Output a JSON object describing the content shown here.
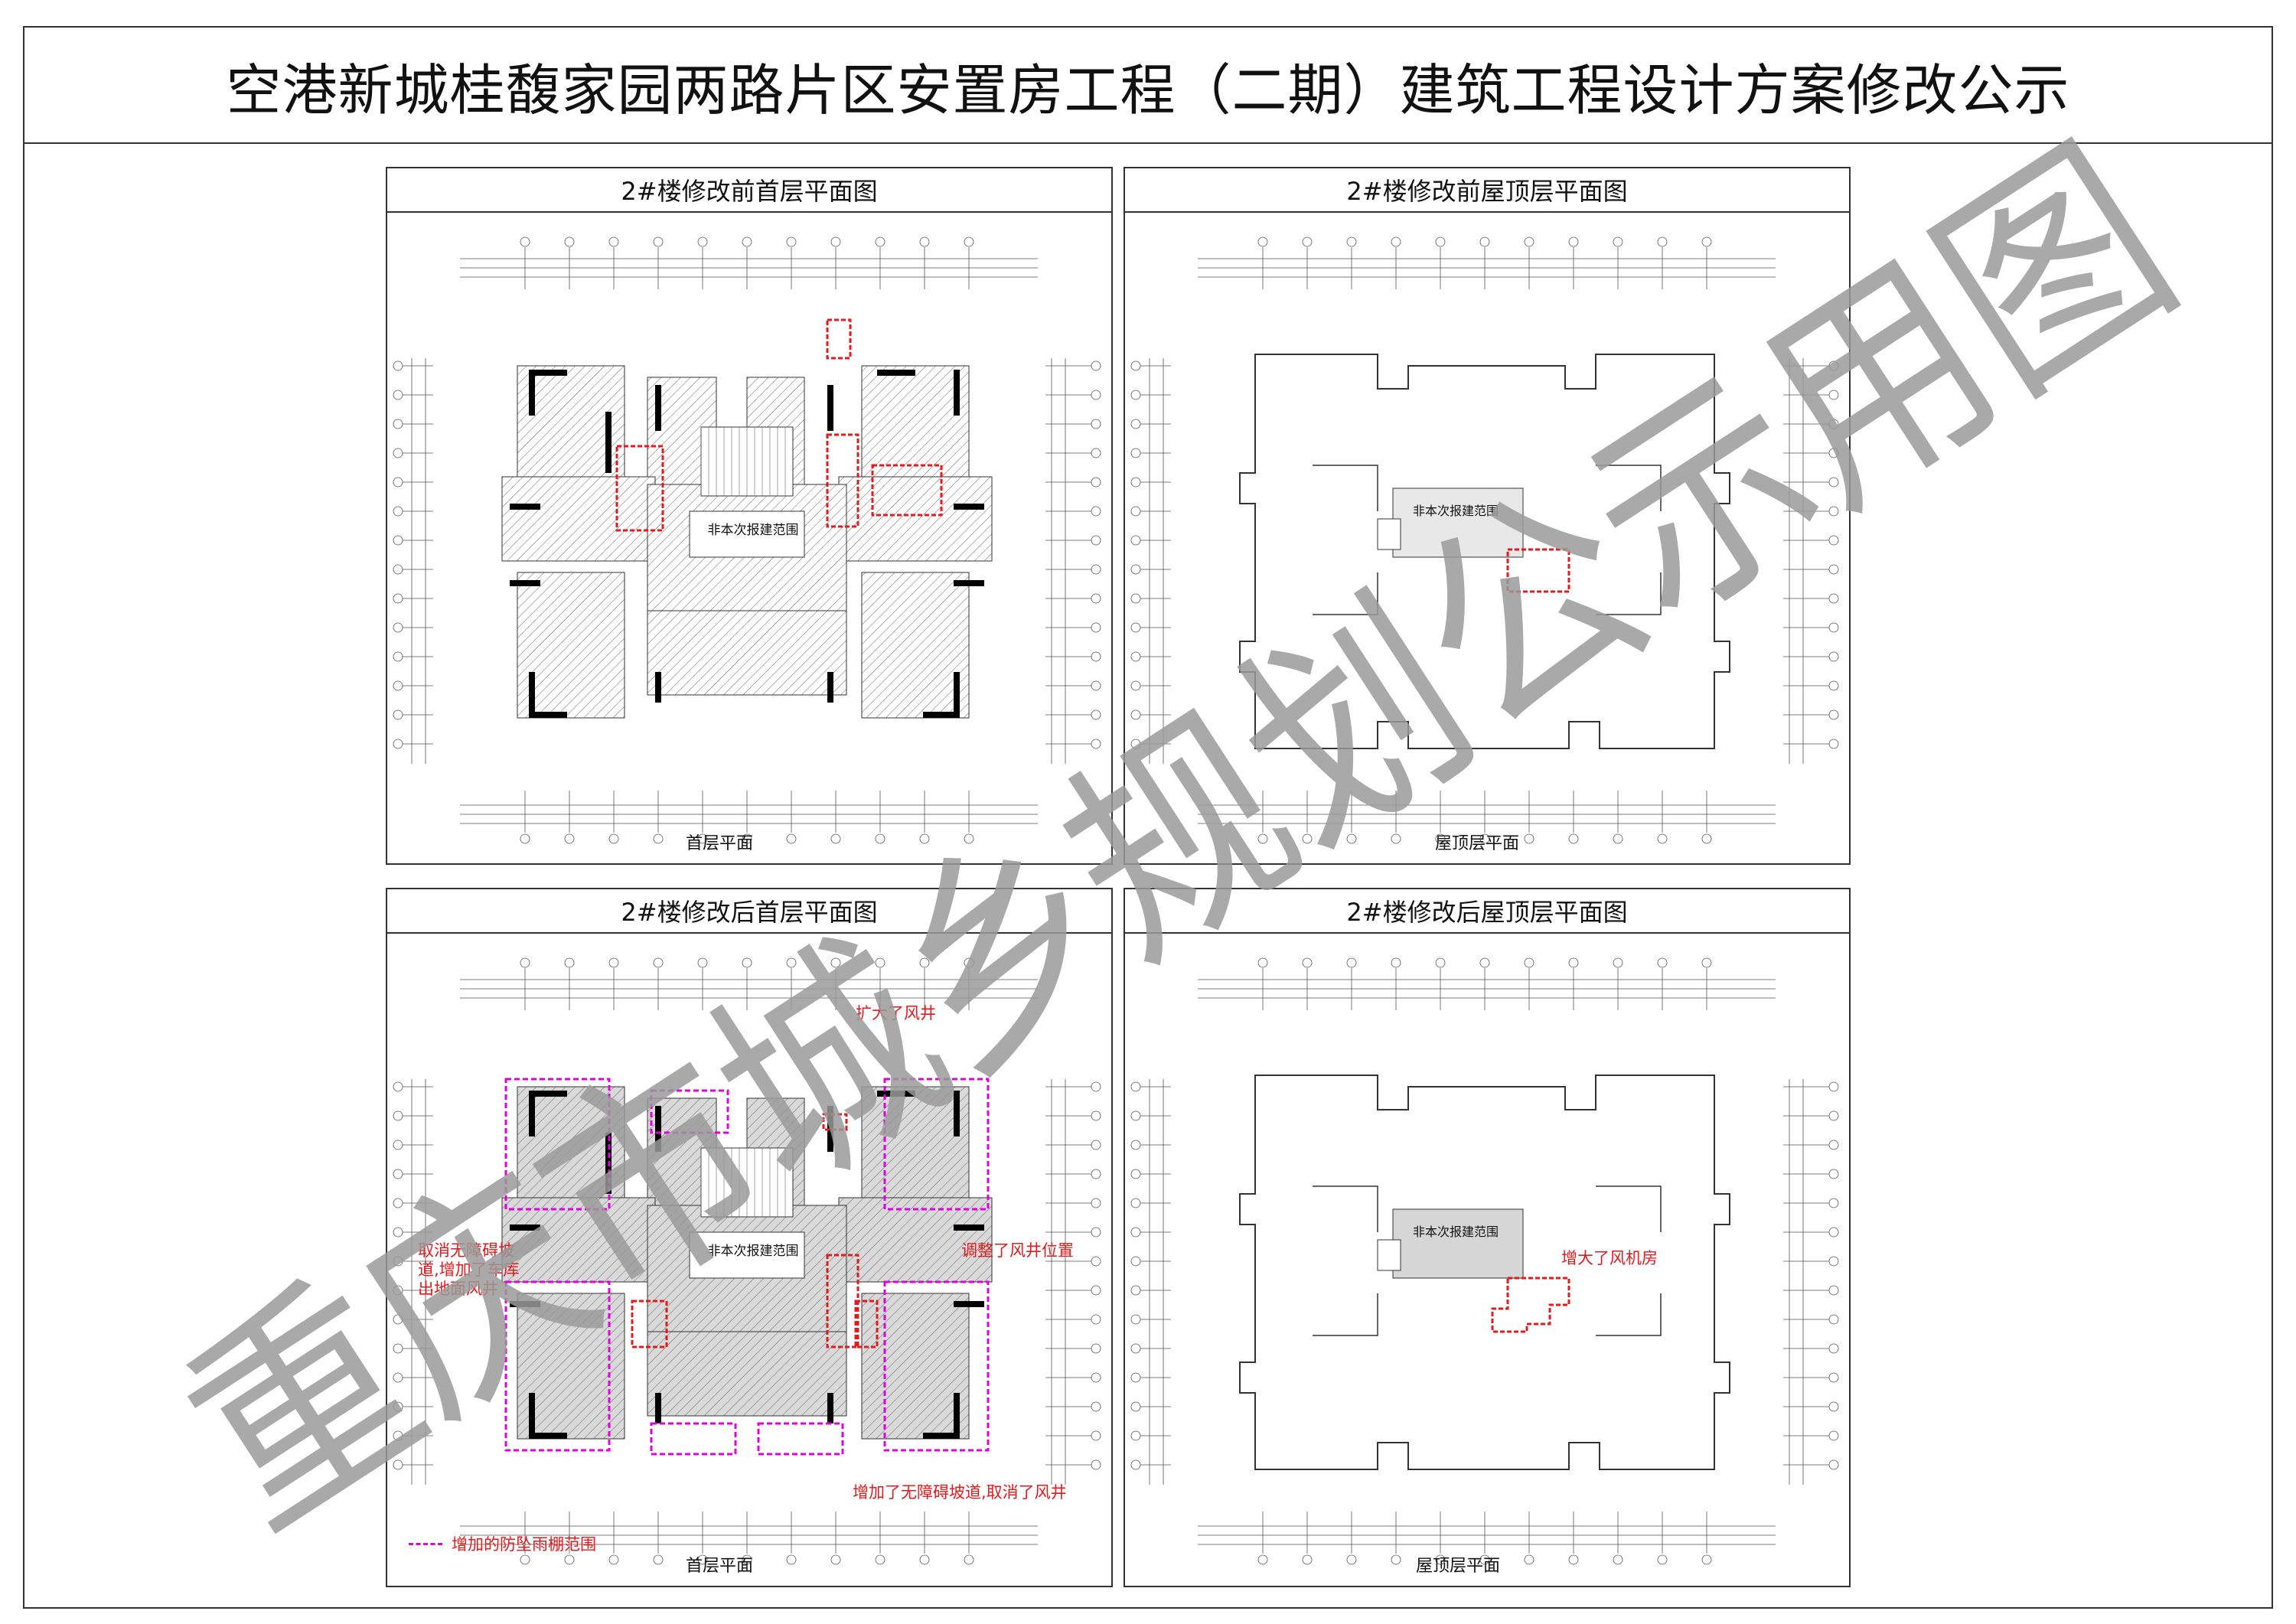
{
  "header": {
    "title": "空港新城桂馥家园两路片区安置房工程（二期）建筑工程设计方案修改公示"
  },
  "panels": {
    "tl": {
      "title": "2#楼修改前首层平面图",
      "caption": "首层平面",
      "scope_label": "非本次报建范围"
    },
    "tr": {
      "title": "2#楼修改前屋顶层平面图",
      "caption": "屋顶层平面",
      "scope_label": "非本次报建范围"
    },
    "bl": {
      "title": "2#楼修改后首层平面图",
      "caption": "首层平面",
      "scope_label": "非本次报建范围"
    },
    "br": {
      "title": "2#楼修改后屋顶层平面图",
      "caption": "屋顶层平面",
      "scope_label": "非本次报建范围"
    }
  },
  "notes": {
    "enlarged_shaft": "扩大了风井",
    "cancel_ramp_line1": "取消无障碍坡",
    "cancel_ramp_line2": "道,增加了车库",
    "cancel_ramp_line3": "出地面风井",
    "adjust_shaft": "调整了风井位置",
    "added_ramp": "增加了无障碍坡道,取消了风井",
    "enlarged_fan_room": "增大了风机房",
    "legend": "增加的防坠雨棚范围"
  },
  "watermark": {
    "text": "重庆市城乡规划公示用图"
  },
  "colors": {
    "change_marker": "#e41a1c",
    "canopy_outline": "#e000e0",
    "watermark": "#9a9a9a",
    "hatch": "#555555"
  }
}
